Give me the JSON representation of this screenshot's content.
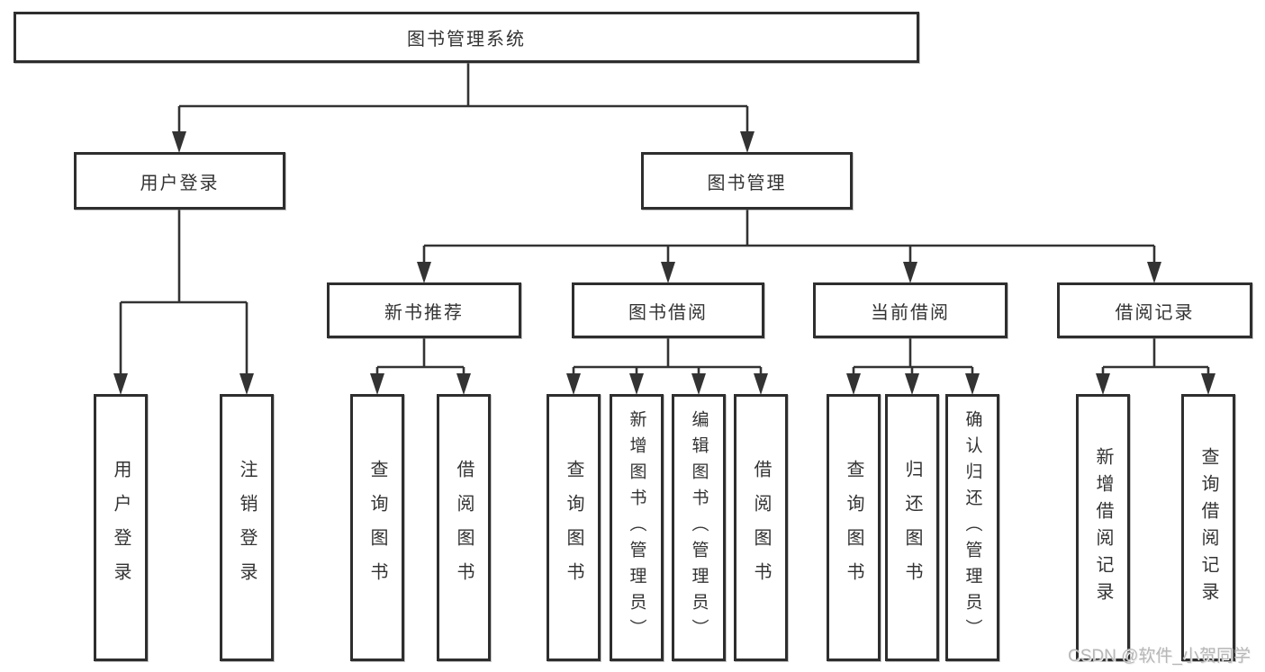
{
  "colors": {
    "line": "#333333",
    "box_border": "#2e2e2e",
    "box_fill": "#ffffff",
    "text": "#333333",
    "watermark_text": "#b7b7b7"
  },
  "watermark": "CSDN @软件_小贺同学",
  "tree": {
    "label": "图书管理系统",
    "children": [
      {
        "label": "用户登录",
        "children": [
          {
            "label": "用户登录"
          },
          {
            "label": "注销登录"
          }
        ]
      },
      {
        "label": "图书管理",
        "children": [
          {
            "label": "新书推荐",
            "children": [
              {
                "label": "查询图书"
              },
              {
                "label": "借阅图书"
              }
            ]
          },
          {
            "label": "图书借阅",
            "children": [
              {
                "label": "查询图书"
              },
              {
                "label": "新增图书（管理员）"
              },
              {
                "label": "编辑图书（管理员）"
              },
              {
                "label": "借阅图书"
              }
            ]
          },
          {
            "label": "当前借阅",
            "children": [
              {
                "label": "查询图书"
              },
              {
                "label": "归还图书"
              },
              {
                "label": "确认归还（管理员）"
              }
            ]
          },
          {
            "label": "借阅记录",
            "children": [
              {
                "label": "新增借阅记录"
              },
              {
                "label": "查询借阅记录"
              }
            ]
          }
        ]
      }
    ]
  }
}
